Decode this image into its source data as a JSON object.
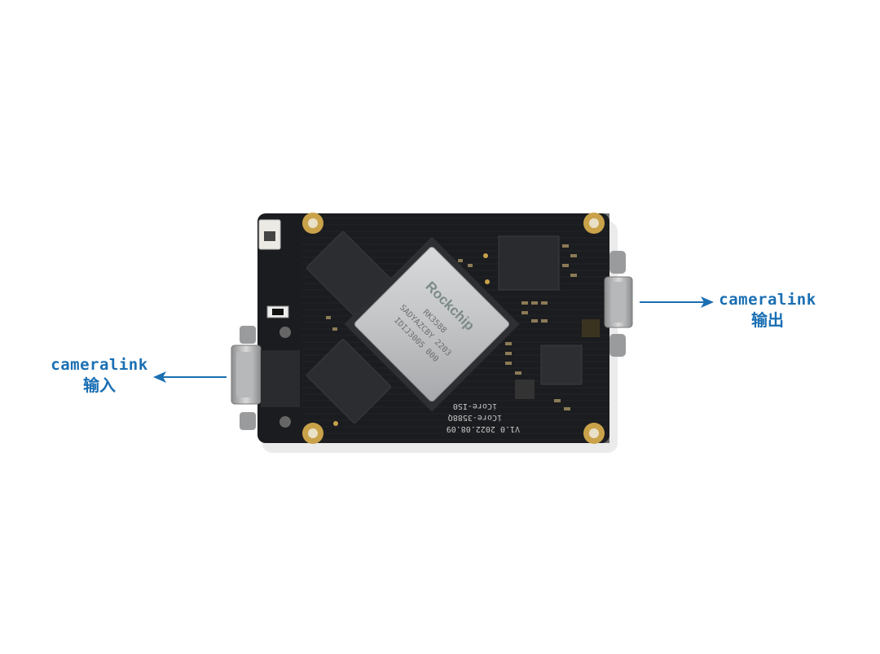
{
  "labels": {
    "input": {
      "en": "cameralink",
      "zh": "输入"
    },
    "output": {
      "en": "cameralink",
      "zh": "输出"
    }
  },
  "board": {
    "logo": "Rockchip",
    "chip_lines": [
      "RK3588",
      "SADYAZCBY 2203",
      "IDIJ3005 000"
    ],
    "silk_lines": [
      "V1.0  2022.08.09",
      "iCore-3588Q",
      "iCore-IS0"
    ]
  },
  "colors": {
    "arrow": "#1a6fb3",
    "pcb": "#1b1c1f",
    "gold_pad": "#c9a24a"
  },
  "icons": [
    "arrow-left-icon",
    "arrow-right-icon"
  ]
}
